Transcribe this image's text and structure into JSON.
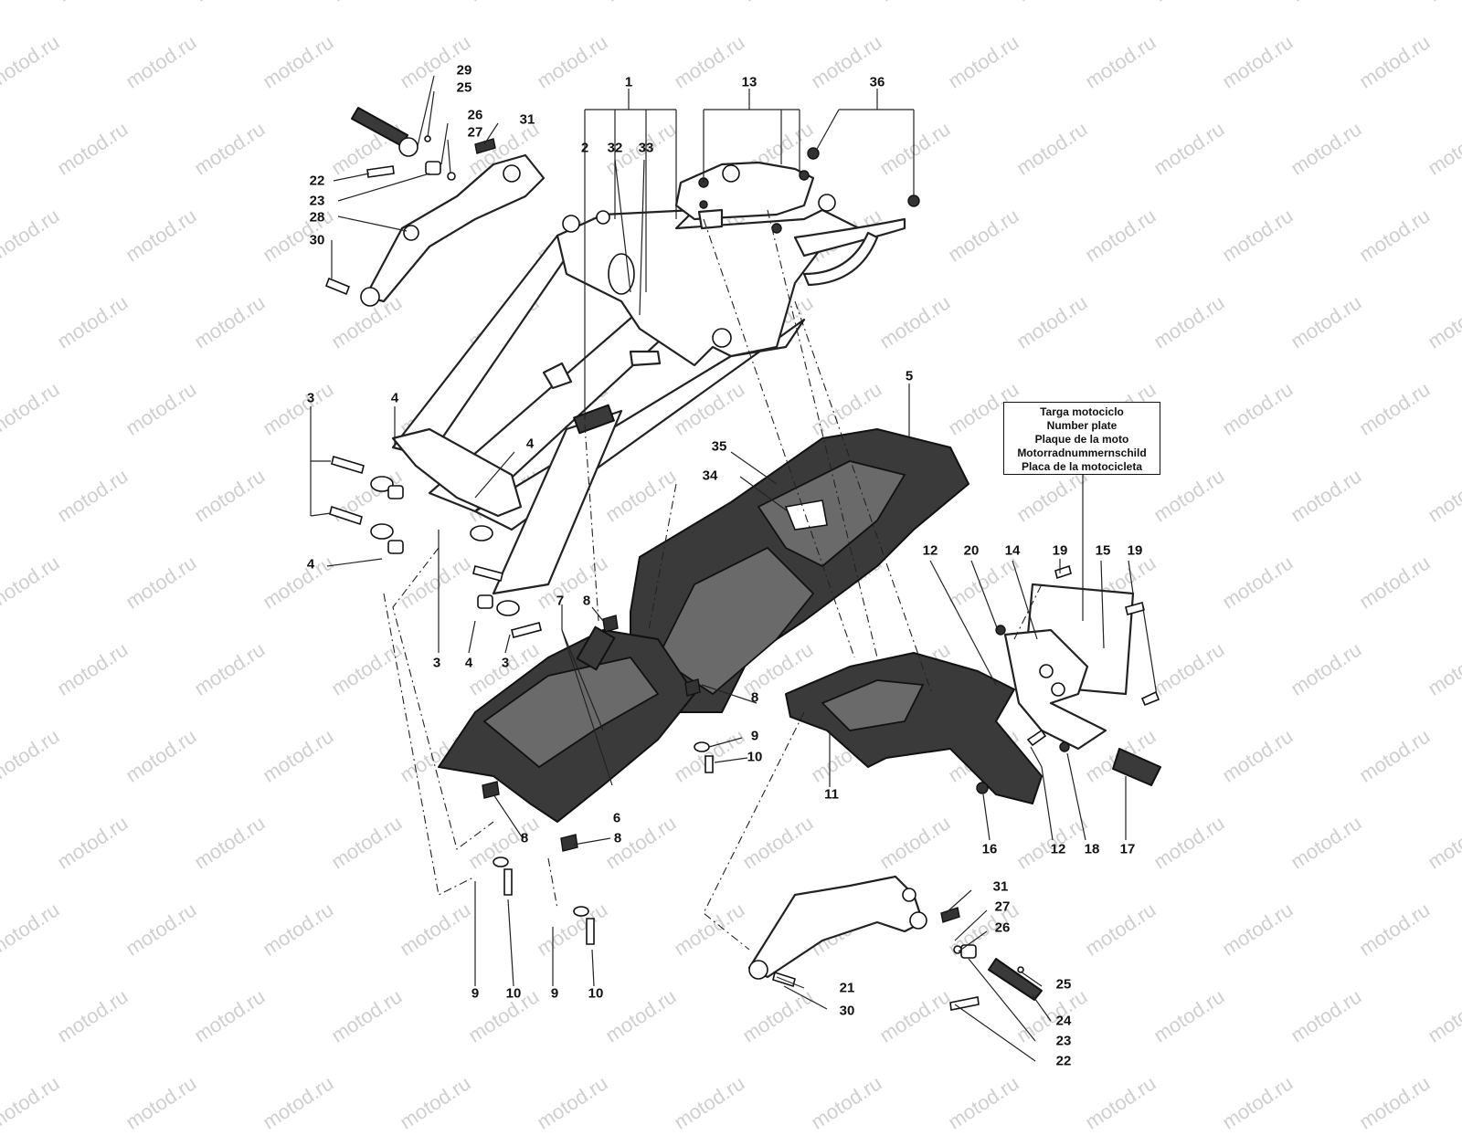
{
  "watermark": "motod.ru",
  "plate_box": {
    "lines": [
      "Targa motociclo",
      "Number plate",
      "Plaque de la moto",
      "Motorradnummernschild",
      "Placa de la motocicleta"
    ]
  },
  "callouts": {
    "c1": "1",
    "c2": "2",
    "c3a": "3",
    "c3b": "3",
    "c3c": "3",
    "c4a": "4",
    "c4b": "4",
    "c4c": "4",
    "c4d": "4",
    "c5": "5",
    "c6": "6",
    "c7": "7",
    "c8a": "8",
    "c8b": "8",
    "c8c": "8",
    "c8d": "8",
    "c9a": "9",
    "c9b": "9",
    "c9c": "9",
    "c10a": "10",
    "c10b": "10",
    "c10c": "10",
    "c11": "11",
    "c12a": "12",
    "c12b": "12",
    "c13": "13",
    "c14": "14",
    "c15": "15",
    "c16": "16",
    "c17": "17",
    "c18": "18",
    "c19a": "19",
    "c19b": "19",
    "c20": "20",
    "c21": "21",
    "c22a": "22",
    "c22b": "22",
    "c23a": "23",
    "c23b": "23",
    "c24": "24",
    "c25a": "25",
    "c25b": "25",
    "c26a": "26",
    "c26b": "26",
    "c27a": "27",
    "c27b": "27",
    "c28": "28",
    "c29": "29",
    "c30a": "30",
    "c30b": "30",
    "c31a": "31",
    "c31b": "31",
    "c32": "32",
    "c33": "33",
    "c34": "34",
    "c35": "35",
    "c36": "36"
  }
}
